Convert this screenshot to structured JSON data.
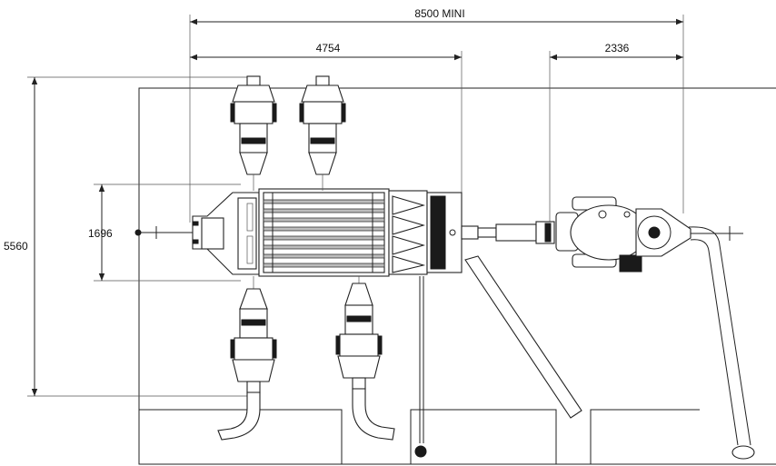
{
  "dimensions": {
    "overall_length": "8500 MINI",
    "gear_length": "4754",
    "right_span": "2336",
    "overall_height": "5560",
    "gear_width": "1696"
  }
}
